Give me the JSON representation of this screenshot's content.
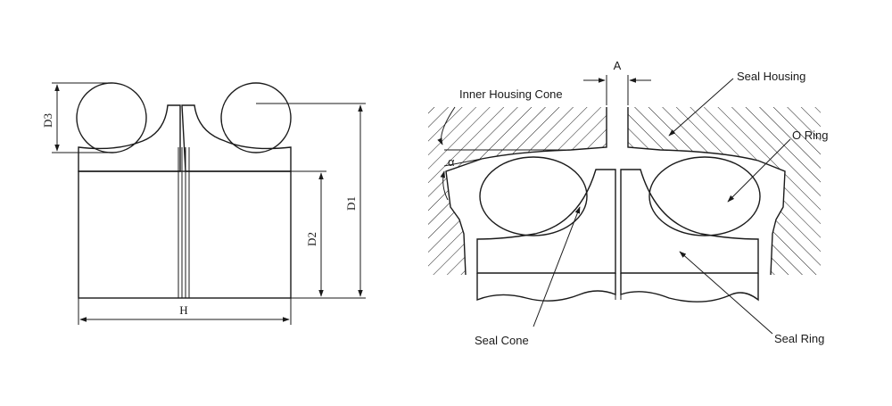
{
  "left_view": {
    "dimensions": {
      "d3": "D3",
      "d1": "D1",
      "d2": "D2",
      "h": "H"
    }
  },
  "right_view": {
    "dimensions": {
      "a": "A",
      "alpha": "α"
    },
    "callouts": {
      "inner_housing_cone": "Inner Housing Cone",
      "seal_housing": "Seal Housing",
      "o_ring": "O Ring",
      "seal_cone": "Seal Cone",
      "seal_ring": "Seal Ring"
    }
  },
  "colors": {
    "line": "#1a1a1a",
    "background": "#ffffff"
  }
}
